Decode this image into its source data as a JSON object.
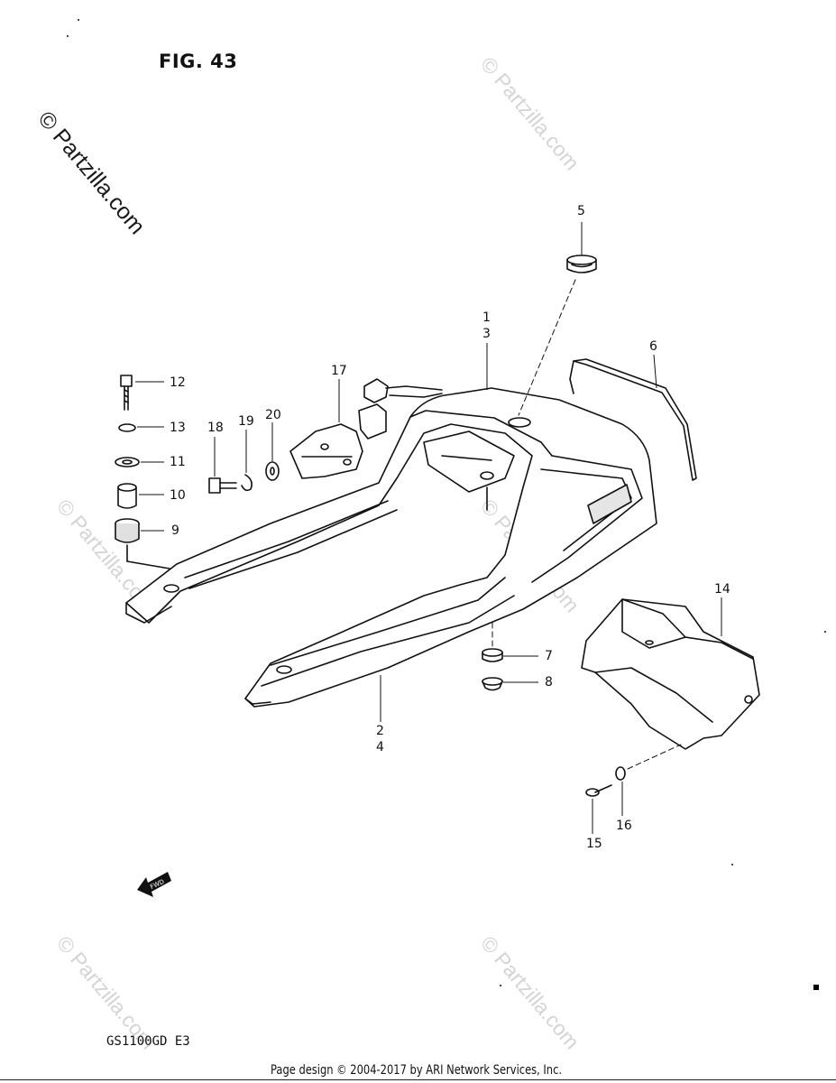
{
  "figure": {
    "title": "FIG. 43",
    "model_code": "GS1100GD  E3",
    "watermark_main": "© Partzilla.com",
    "watermark_faint": "© Partzilla.com",
    "fwd_label": "FWD",
    "footer": "Page design © 2004-2017 by ARI Network Services, Inc."
  },
  "callouts": [
    {
      "id": "c1",
      "text": "1"
    },
    {
      "id": "c3",
      "text": "3"
    },
    {
      "id": "c2",
      "text": "2"
    },
    {
      "id": "c4",
      "text": "4"
    },
    {
      "id": "c5",
      "text": "5"
    },
    {
      "id": "c6",
      "text": "6"
    },
    {
      "id": "c7",
      "text": "7"
    },
    {
      "id": "c8",
      "text": "8"
    },
    {
      "id": "c9",
      "text": "9"
    },
    {
      "id": "c10",
      "text": "10"
    },
    {
      "id": "c11",
      "text": "11"
    },
    {
      "id": "c12",
      "text": "12"
    },
    {
      "id": "c13",
      "text": "13"
    },
    {
      "id": "c14",
      "text": "14"
    },
    {
      "id": "c15",
      "text": "15"
    },
    {
      "id": "c16",
      "text": "16"
    },
    {
      "id": "c17",
      "text": "17"
    },
    {
      "id": "c18",
      "text": "18"
    },
    {
      "id": "c19",
      "text": "19"
    },
    {
      "id": "c20",
      "text": "20"
    }
  ]
}
